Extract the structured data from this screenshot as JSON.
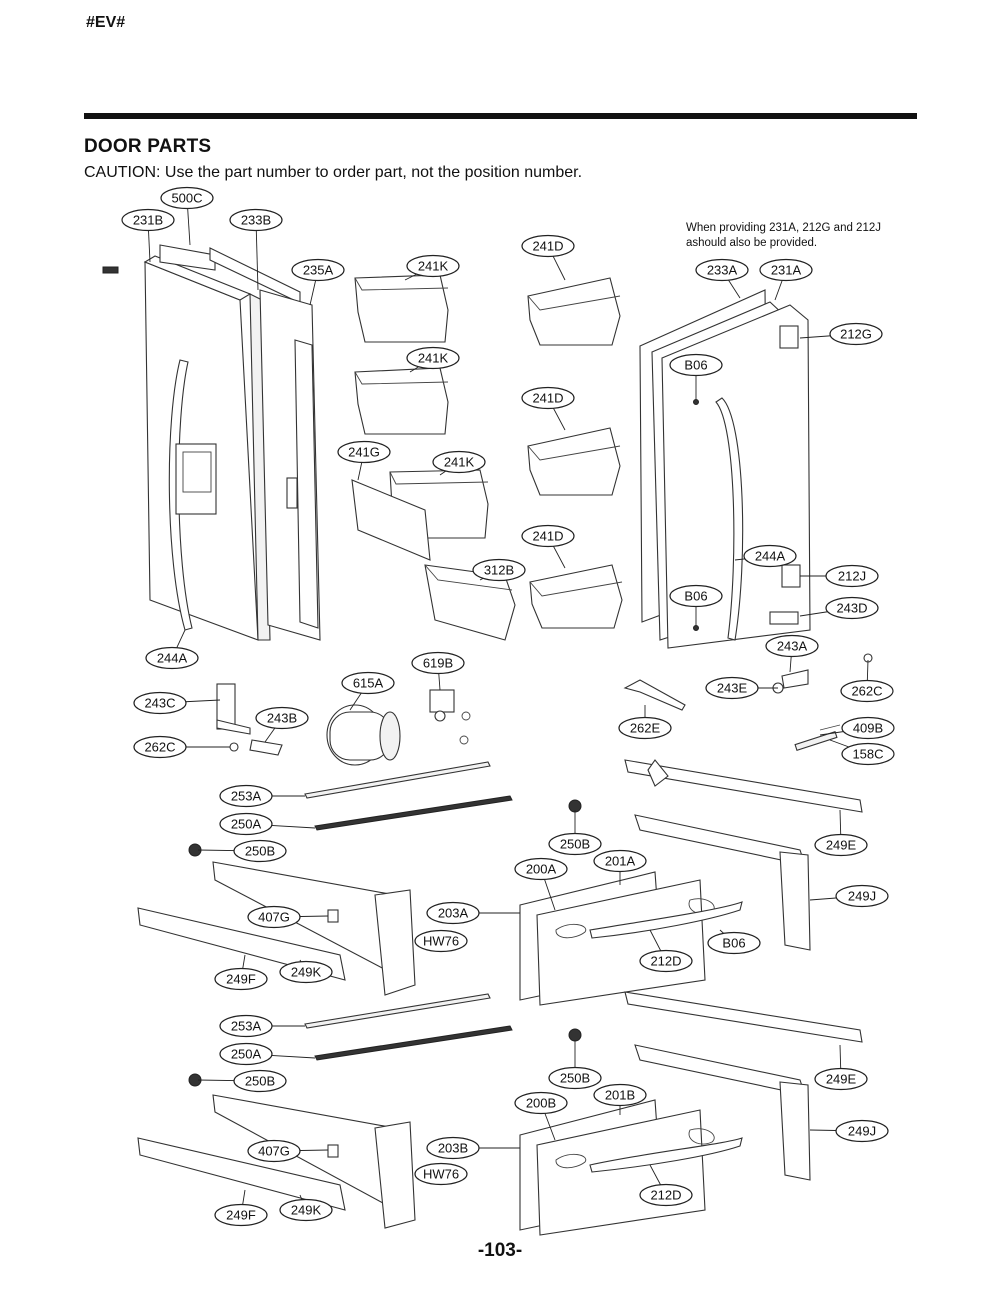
{
  "header": {
    "code": "#EV#",
    "title": "DOOR PARTS",
    "caution": "CAUTION: Use the part number to order part, not the position number.",
    "note": "When providing 231A, 212G and 212J ashould also be provided."
  },
  "footer": {
    "page_number": "-103-"
  },
  "labels": [
    "500C",
    "231B",
    "233B",
    "235A",
    "241K",
    "241K",
    "241D",
    "241D",
    "241G",
    "241K",
    "241D",
    "312B",
    "233A",
    "231A",
    "212G",
    "B06",
    "244A",
    "212J",
    "B06",
    "243D",
    "244A",
    "243A",
    "243C",
    "615A",
    "619B",
    "243E",
    "262C",
    "243B",
    "262C",
    "262E",
    "409B",
    "158C",
    "253A",
    "250A",
    "250B",
    "250B",
    "200A",
    "201A",
    "249E",
    "249J",
    "407G",
    "203A",
    "HW76",
    "B06",
    "212D",
    "249F",
    "249K",
    "253A",
    "250A",
    "250B",
    "250B",
    "200B",
    "201B",
    "249E",
    "249J",
    "407G",
    "203B",
    "HW76",
    "212D",
    "249F",
    "249K"
  ]
}
